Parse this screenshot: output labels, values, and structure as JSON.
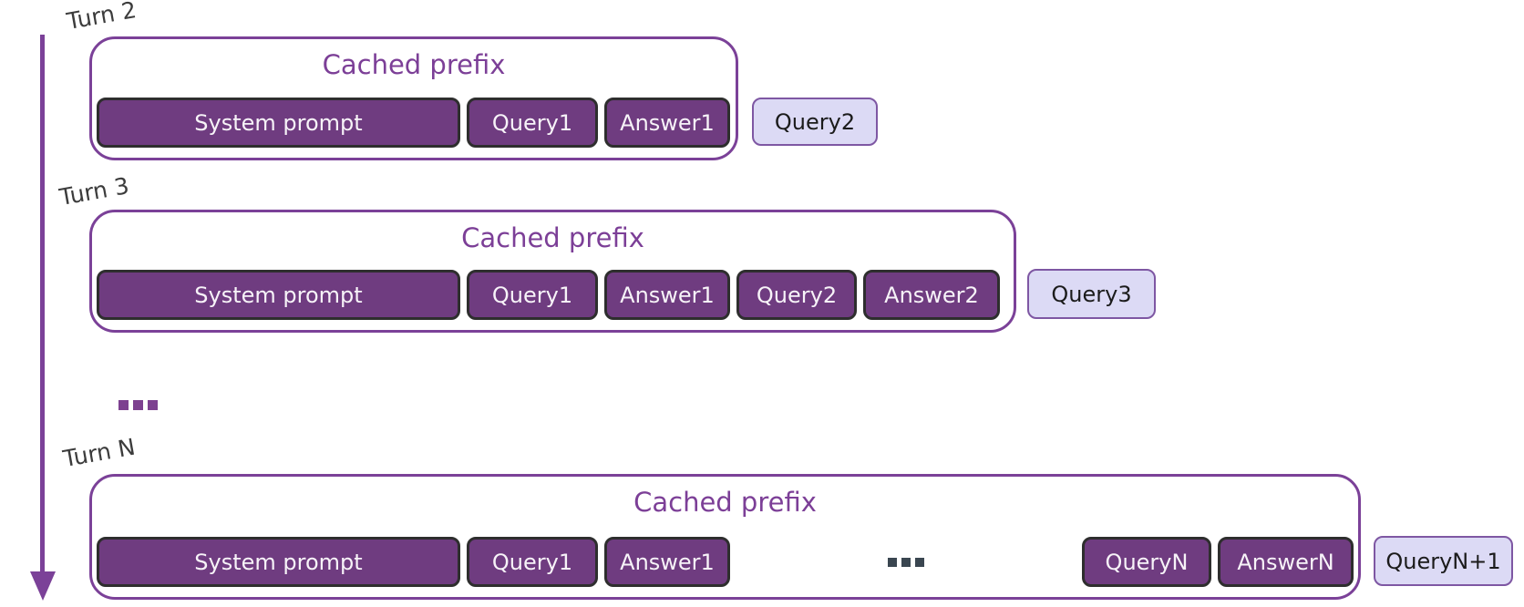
{
  "diagram": {
    "cached_prefix_label": "Cached prefix",
    "rows_ellipsis": "...",
    "rows": [
      {
        "turn_label": "Turn 2",
        "cached_items": [
          "System prompt",
          "Query1",
          "Answer1"
        ],
        "next_query": "Query2"
      },
      {
        "turn_label": "Turn 3",
        "cached_items": [
          "System prompt",
          "Query1",
          "Answer1",
          "Query2",
          "Answer2"
        ],
        "next_query": "Query3"
      },
      {
        "turn_label": "Turn N",
        "cached_items_left": [
          "System prompt",
          "Query1",
          "Answer1"
        ],
        "inner_ellipsis": "...",
        "cached_items_right": [
          "QueryN",
          "AnswerN"
        ],
        "next_query": "QueryN+1"
      }
    ],
    "colors": {
      "purple_accent": "#7b4198",
      "title_purple": "#7c3f97",
      "dark_block_fill": "#6f3c80",
      "dark_block_border": "#2e2e2e",
      "dark_block_text": "#f7f3f8",
      "light_block_fill": "#dcdaf5",
      "light_block_border": "#7e57a3",
      "turn_label_gray": "#3c3c3c",
      "inner_dots_gray": "#3a4650",
      "mid_dots_purple": "#7d4190"
    }
  }
}
